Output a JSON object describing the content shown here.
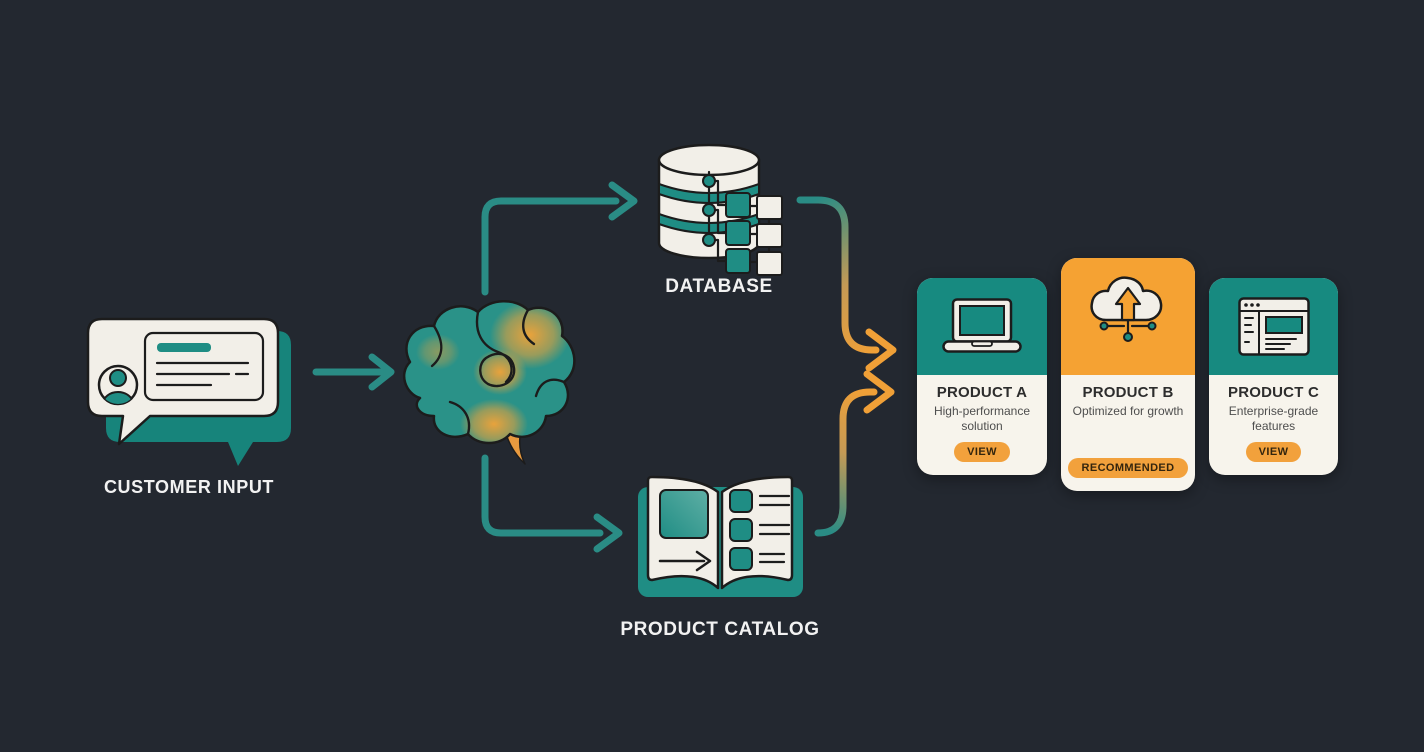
{
  "colors": {
    "background": "#232830",
    "ink": "#1C1C1C",
    "teal": "#1F8D84",
    "teal-arrow": "#2A8C85",
    "teal-header": "#178A80",
    "teal-back": "#17847B",
    "orange": "#F5A233",
    "orange-arrow": "#F0A037",
    "badge-orange": "#F2A13C",
    "cream": "#F2EFE8",
    "card-body": "#F7F4EC",
    "text-light": "#F2F2F2",
    "text-dark": "#2D2D2D",
    "text-muted": "#4E4E4E"
  },
  "nodes": {
    "customer_input": {
      "label": "CUSTOMER INPUT"
    },
    "database": {
      "label": "DATABASE"
    },
    "product_catalog": {
      "label": "PRODUCT CATALOG"
    }
  },
  "cards": [
    {
      "title": "PRODUCT A",
      "subtitle": "High-performance solution",
      "badge": "VIEW",
      "icon": "laptop-icon"
    },
    {
      "title": "PRODUCT B",
      "subtitle": "Optimized for growth",
      "badge": "RECOMMENDED",
      "icon": "cloud-upload-icon"
    },
    {
      "title": "PRODUCT C",
      "subtitle": "Enterprise-grade features",
      "badge": "VIEW",
      "icon": "browser-window-icon"
    }
  ]
}
